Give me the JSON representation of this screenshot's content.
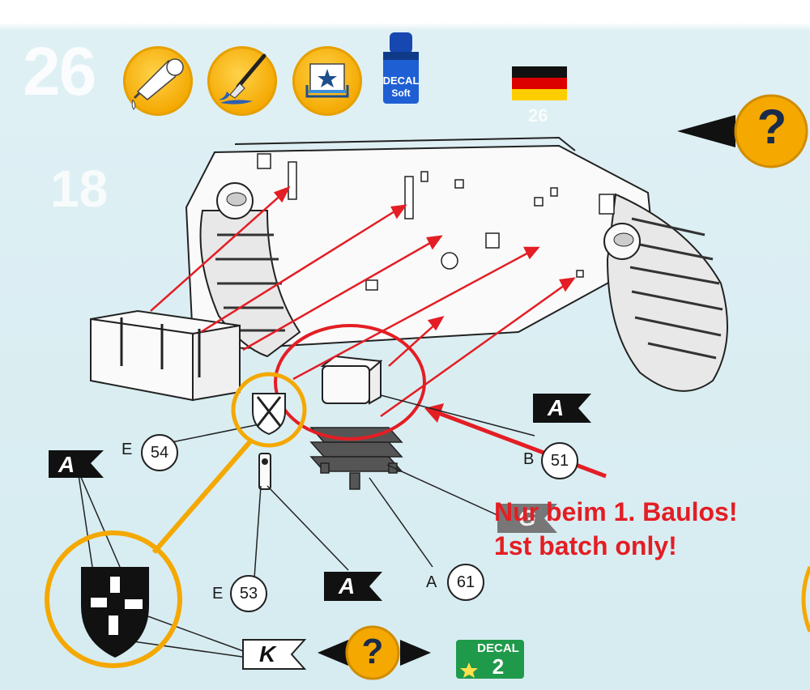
{
  "header": {
    "step_number": "26",
    "substep_number": "18",
    "flag_number": "26",
    "icons": [
      {
        "name": "glue-bottle-icon"
      },
      {
        "name": "paint-brush-icon"
      },
      {
        "name": "decal-water-icon"
      },
      {
        "name": "decal-soft-bottle-icon"
      }
    ],
    "decal_soft_label": "DECAL",
    "decal_soft_sublabel": "Soft",
    "flag_country": "Germany"
  },
  "help_top": {
    "symbol": "?"
  },
  "help_bottom": {
    "symbol": "?"
  },
  "annotations": {
    "note_de": "Nur beim 1. Baulos!",
    "note_en": "1st batch only!",
    "color": "#e31e24"
  },
  "parts": [
    {
      "id": "part-e54",
      "sprue": "E",
      "number": "54"
    },
    {
      "id": "part-b51",
      "sprue": "B",
      "number": "51"
    },
    {
      "id": "part-e53",
      "sprue": "E",
      "number": "53"
    },
    {
      "id": "part-a61",
      "sprue": "A",
      "number": "61"
    }
  ],
  "flags": [
    {
      "id": "flag-a-left",
      "letter": "A"
    },
    {
      "id": "flag-a-right",
      "letter": "A"
    },
    {
      "id": "flag-a-bottom",
      "letter": "A"
    },
    {
      "id": "flag-k",
      "letter": "K"
    },
    {
      "id": "flag-g",
      "letter": "G"
    }
  ],
  "decal_sheet": {
    "label": "DECAL",
    "number": "2"
  },
  "colors": {
    "accent_orange": "#f4a800",
    "arrow_red": "#e31e24",
    "background": "#d6ecf1",
    "decal_green": "#1f9a4a"
  }
}
